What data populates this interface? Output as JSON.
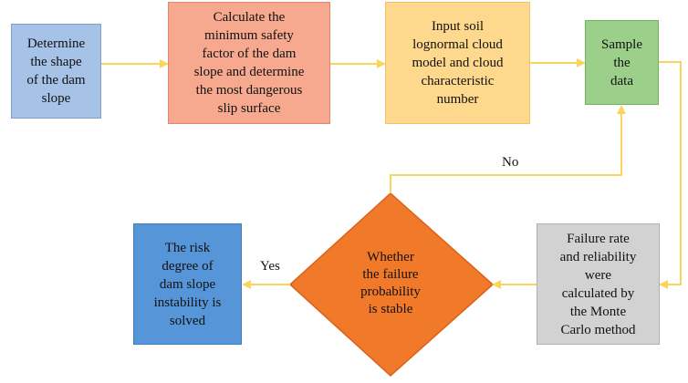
{
  "nodes": {
    "determine": "Determine\nthe shape\nof the dam\nslope",
    "calculate": "Calculate the\nminimum safety\nfactor of the dam\nslope and determine\nthe most dangerous\nslip surface",
    "input": "Input soil\nlognormal cloud\nmodel and cloud\ncharacteristic\nnumber",
    "sample": "Sample\nthe\ndata",
    "failure": "Failure rate\nand reliability\nwere\ncalculated by\nthe Monte\nCarlo method",
    "decision": "Whether\nthe failure\nprobability\nis stable",
    "risk": "The risk\ndegree of\ndam slope\ninstability is\nsolved"
  },
  "labels": {
    "no": "No",
    "yes": "Yes"
  },
  "colors": {
    "arrow": "#f9d55a",
    "decision_fill": "#f07a2a",
    "decision_border": "#d9621a"
  }
}
